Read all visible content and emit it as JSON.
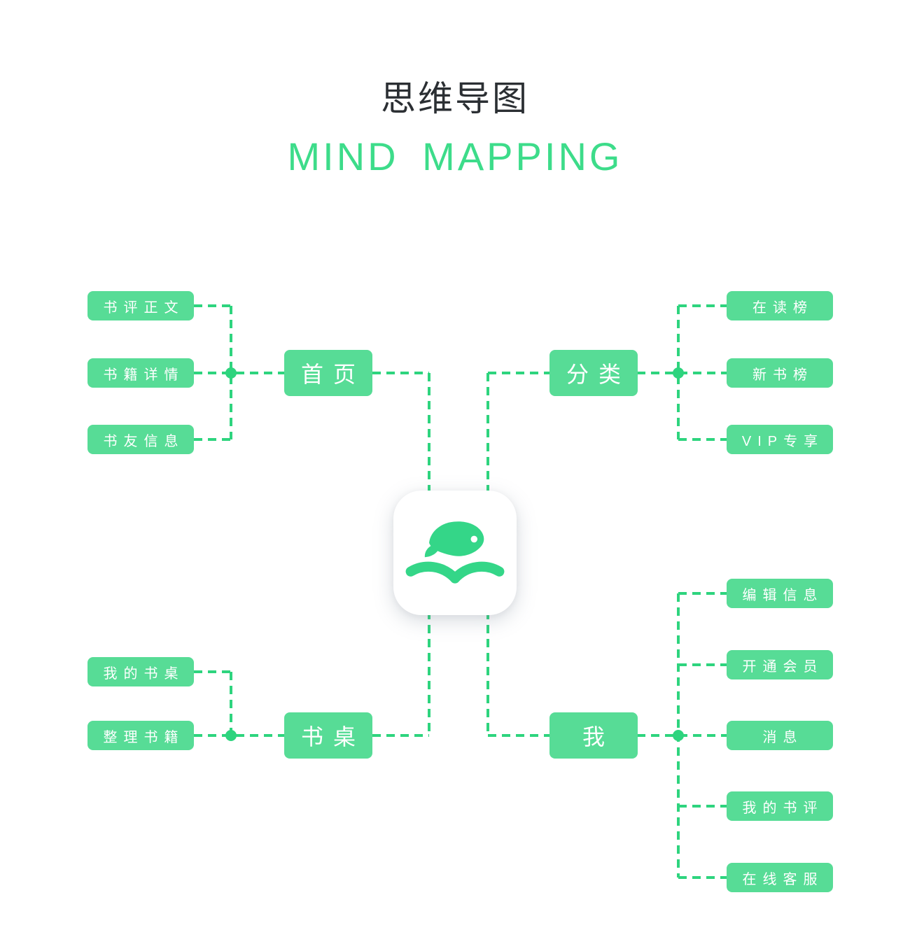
{
  "page": {
    "title": "思维导图",
    "subtitle": "MIND MAPPING"
  },
  "colors": {
    "node_green": "#57DC96",
    "line_green": "#2ED47E",
    "icon_green": "#34D688",
    "subtitle_green": "#3DDC8A",
    "title_color": "#2B2F33",
    "background": "#FFFFFF"
  },
  "mindmap": {
    "center_icon": "fish-over-book-app-logo",
    "branches": [
      {
        "label": "首页",
        "children": [
          "书评正文",
          "书籍详情",
          "书友信息"
        ]
      },
      {
        "label": "分类",
        "children": [
          "在读榜",
          "新书榜",
          "VIP专享"
        ]
      },
      {
        "label": "书桌",
        "children": [
          "我的书桌",
          "整理书籍"
        ]
      },
      {
        "label": "我",
        "children": [
          "编辑信息",
          "开通会员",
          "消息",
          "我的书评",
          "在线客服"
        ]
      }
    ]
  }
}
